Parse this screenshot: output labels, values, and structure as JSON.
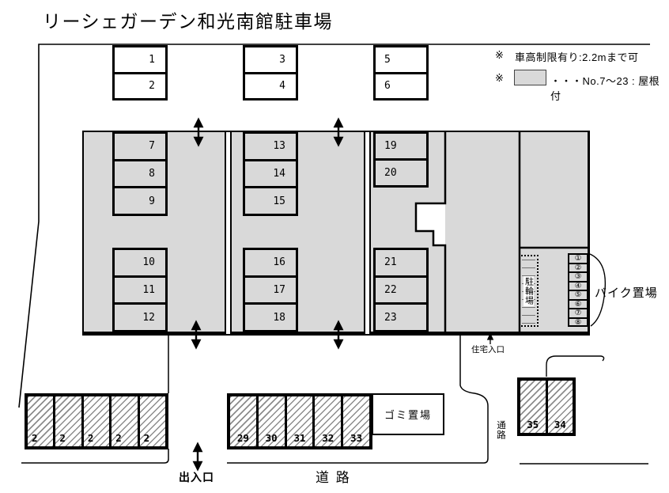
{
  "title": "リーシェガーデン和光南館駐車場",
  "legend": {
    "marker": "※",
    "line1": "車高制限有り:2.2mまで可",
    "line2": "・・・No.7～23 : 屋根付"
  },
  "colors": {
    "covered_area": "#d9d9d9",
    "line": "#000000",
    "background": "#ffffff"
  },
  "spots": {
    "row_top": [
      "1",
      "2",
      "3",
      "4",
      "5",
      "6"
    ],
    "covered": [
      "7",
      "8",
      "9",
      "10",
      "11",
      "12",
      "13",
      "14",
      "15",
      "16",
      "17",
      "18",
      "19",
      "20",
      "21",
      "22",
      "23"
    ],
    "open_left": [
      "2",
      "2",
      "2",
      "2",
      "2"
    ],
    "open_mid": [
      "29",
      "30",
      "31",
      "32",
      "33"
    ],
    "island": [
      "35",
      "34"
    ]
  },
  "bike_spots": [
    "①",
    "②",
    "③",
    "④",
    "⑤",
    "⑥",
    "⑦",
    "⑧"
  ],
  "labels": {
    "bicycle_parking": "駐輪場",
    "motorcycle_area": "バイク置場",
    "garbage_area": "ゴミ置場",
    "residence_entrance": "住宅入口",
    "passage": "通路",
    "entrance_exit": "出入口",
    "road": "道 路"
  }
}
